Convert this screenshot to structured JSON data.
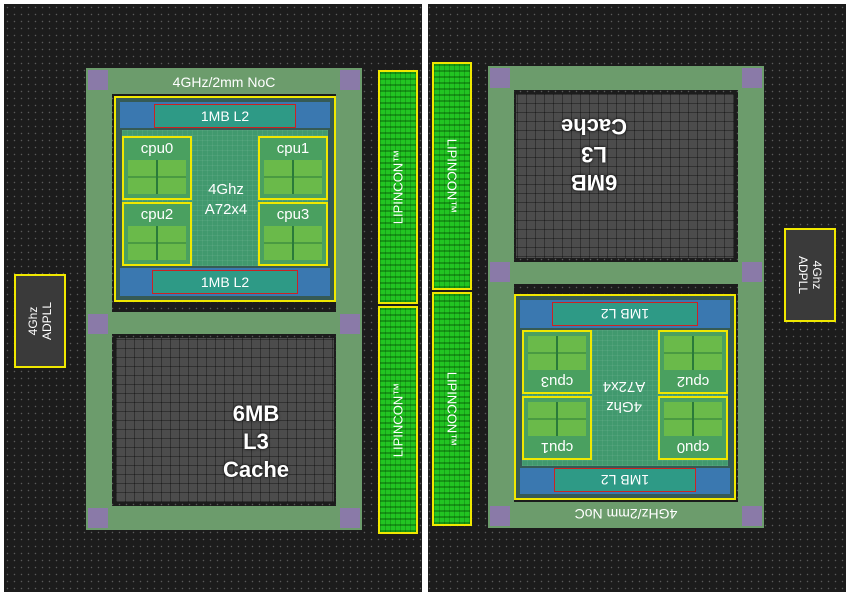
{
  "left_die": {
    "noc_label": "4GHz/2mm NoC",
    "l2_top": "1MB L2",
    "l2_bottom": "1MB L2",
    "cpus": [
      "cpu0",
      "cpu1",
      "cpu2",
      "cpu3"
    ],
    "cluster_line1": "4Ghz",
    "cluster_line2": "A72x4",
    "l3_line1": "6MB",
    "l3_line2": "L3",
    "l3_line3": "Cache",
    "adpll_line1": "4Ghz",
    "adpll_line2": "ADPLL",
    "lipincon_top": "LIPINCON™",
    "lipincon_bottom": "LIPINCON™"
  },
  "right_die": {
    "noc_label": "4GHz/2mm NoC",
    "l2_top": "1MB L2",
    "l2_bottom": "1MB L2",
    "cpus": [
      "cpu0",
      "cpu1",
      "cpu2",
      "cpu3"
    ],
    "cluster_line1": "4Ghz",
    "cluster_line2": "A72x4",
    "l3_line1": "6MB",
    "l3_line2": "L3",
    "l3_line3": "Cache",
    "adpll_line1": "4Ghz",
    "adpll_line2": "ADPLL",
    "lipincon_top": "LIPINCON™",
    "lipincon_bottom": "LIPINCON™"
  },
  "colors": {
    "highlight_border": "#f0e800",
    "l2_border": "#cc2222",
    "lipincon_fill": "#22c422",
    "noc_ring": "#6c9c6c",
    "background": "#1c1c1c"
  }
}
